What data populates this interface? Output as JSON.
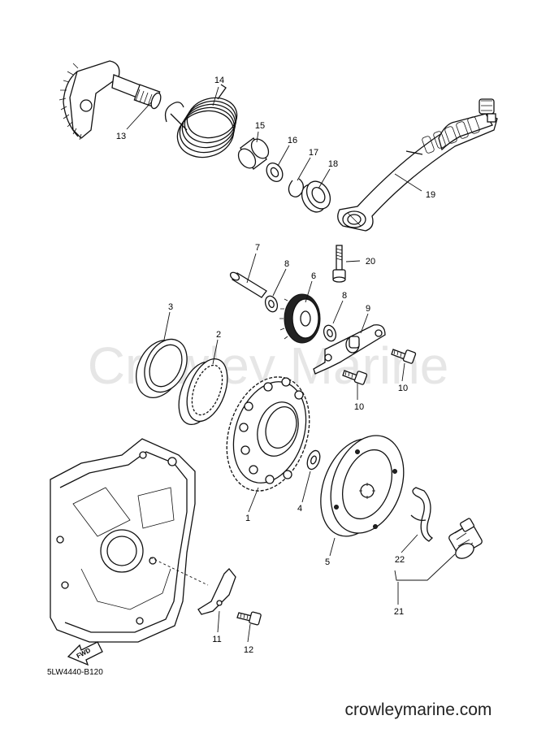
{
  "watermark": "Crowley Marine",
  "website": "crowleymarine.com",
  "diagram_code": "5LW4440-B120",
  "fwd_label": "FWD",
  "callouts": [
    {
      "id": "c1",
      "text": "1"
    },
    {
      "id": "c2",
      "text": "2"
    },
    {
      "id": "c3",
      "text": "3"
    },
    {
      "id": "c4",
      "text": "4"
    },
    {
      "id": "c5",
      "text": "5"
    },
    {
      "id": "c6",
      "text": "6"
    },
    {
      "id": "c7",
      "text": "7"
    },
    {
      "id": "c8a",
      "text": "8"
    },
    {
      "id": "c8b",
      "text": "8"
    },
    {
      "id": "c9",
      "text": "9"
    },
    {
      "id": "c10a",
      "text": "10"
    },
    {
      "id": "c10b",
      "text": "10"
    },
    {
      "id": "c11",
      "text": "11"
    },
    {
      "id": "c12",
      "text": "12"
    },
    {
      "id": "c13",
      "text": "13"
    },
    {
      "id": "c14",
      "text": "14"
    },
    {
      "id": "c15",
      "text": "15"
    },
    {
      "id": "c16",
      "text": "16"
    },
    {
      "id": "c17",
      "text": "17"
    },
    {
      "id": "c18",
      "text": "18"
    },
    {
      "id": "c19",
      "text": "19"
    },
    {
      "id": "c20",
      "text": "20"
    },
    {
      "id": "c21",
      "text": "21"
    },
    {
      "id": "c22",
      "text": "22"
    }
  ]
}
